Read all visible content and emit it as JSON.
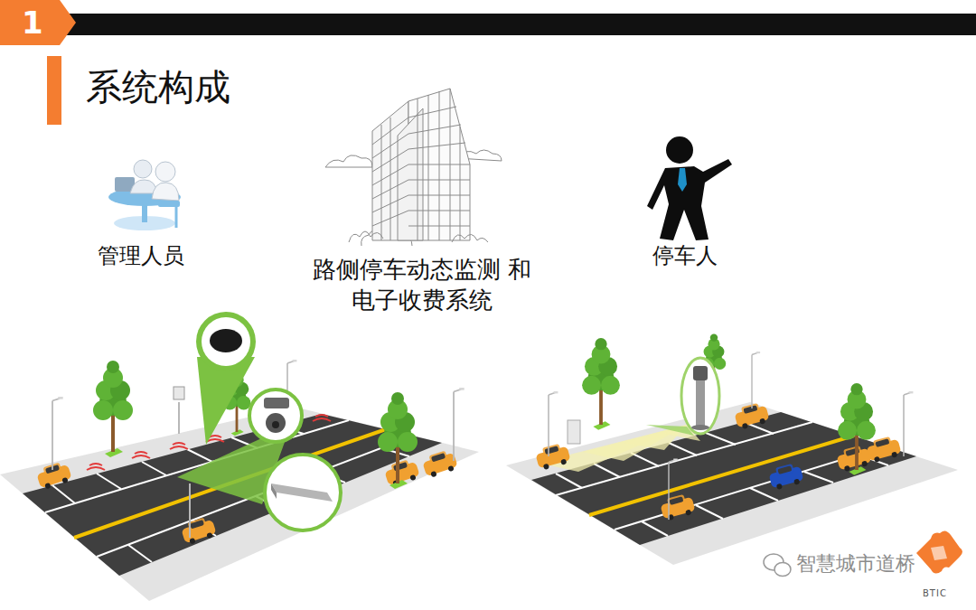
{
  "diagram": {
    "title": "系统构成",
    "nodes": [
      {
        "text": [
          "1"
        ]
      }
    ],
    "labels": [
      "管理人员",
      "路侧停车动态监测 和电子收费系统",
      "停车人",
      "智慧城市道桥",
      "BTIC"
    ]
  }
}
